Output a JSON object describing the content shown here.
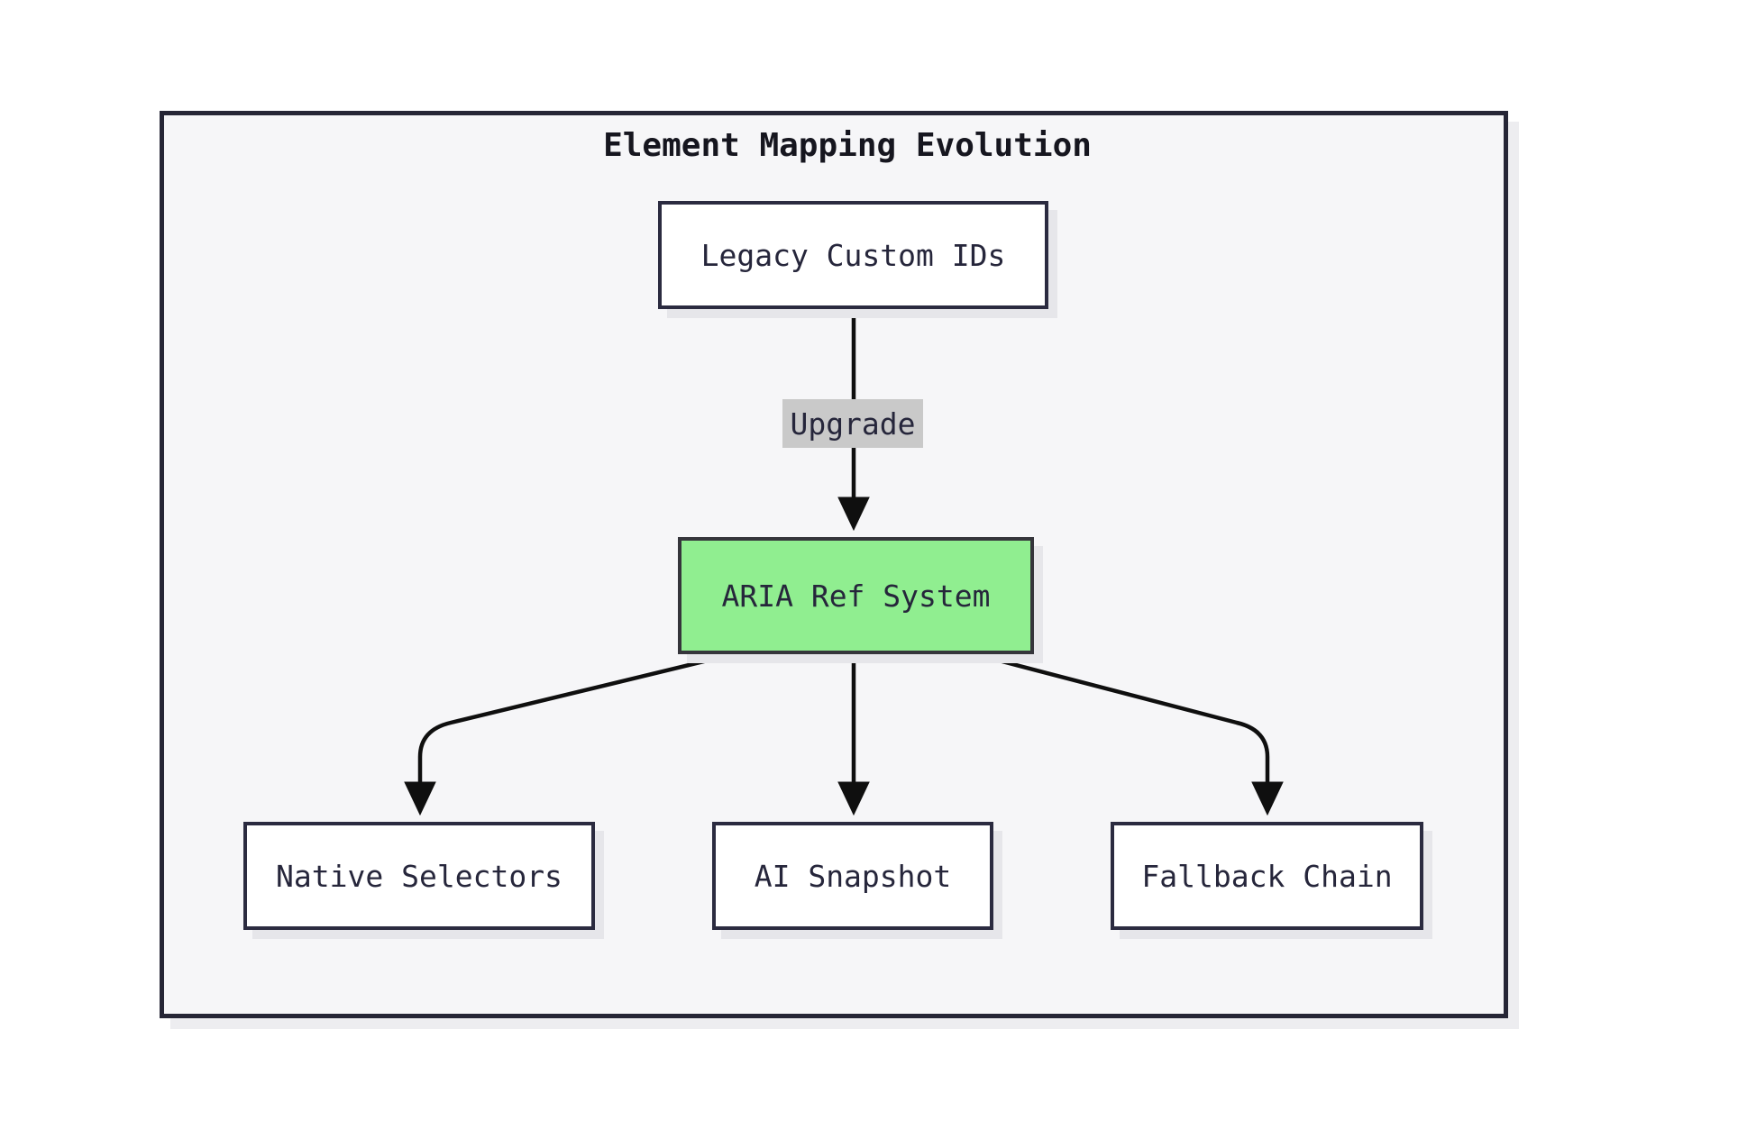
{
  "diagram": {
    "title": "Element Mapping Evolution",
    "nodes": {
      "legacy": {
        "label": "Legacy Custom IDs",
        "fill": "#ffffff"
      },
      "aria": {
        "label": "ARIA Ref System",
        "fill": "#90EE90"
      },
      "native": {
        "label": "Native Selectors",
        "fill": "#ffffff"
      },
      "ai": {
        "label": "AI Snapshot",
        "fill": "#ffffff"
      },
      "fallback": {
        "label": "Fallback Chain",
        "fill": "#ffffff"
      }
    },
    "edges": [
      {
        "from": "legacy",
        "to": "aria",
        "label": "Upgrade"
      },
      {
        "from": "aria",
        "to": "native",
        "label": ""
      },
      {
        "from": "aria",
        "to": "ai",
        "label": ""
      },
      {
        "from": "aria",
        "to": "fallback",
        "label": ""
      }
    ],
    "colors": {
      "container_background": "#f6f6f8",
      "container_border": "#262636",
      "node_border": "#2b2b40",
      "highlight_fill": "#90EE90",
      "edge_stroke": "#0f0f0f",
      "edge_label_background": "#c9c9c9",
      "text": "#26263b"
    }
  }
}
